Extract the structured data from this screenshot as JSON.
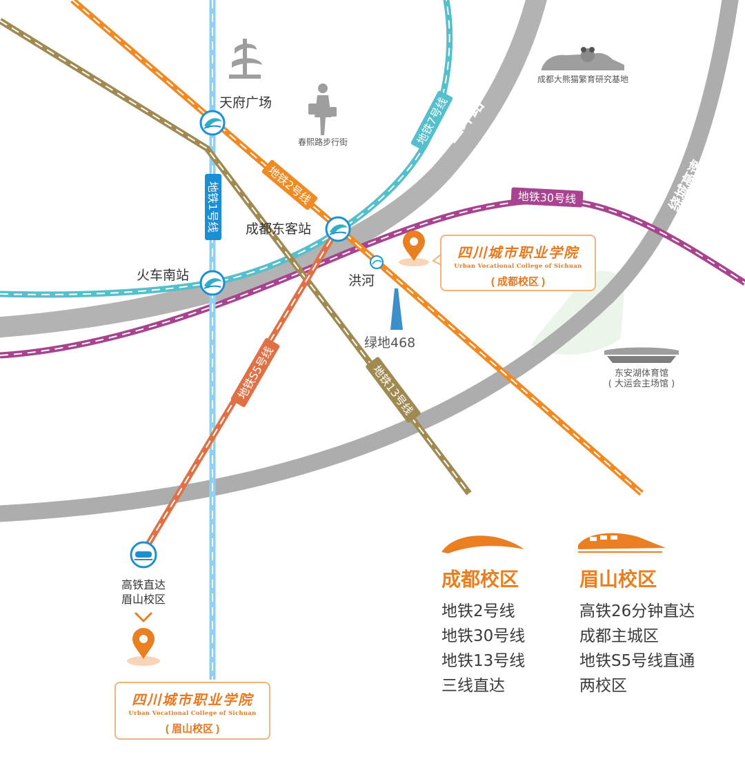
{
  "colors": {
    "line1": "#8fd0f0",
    "line1_badge": "#1b8fd3",
    "line2": "#f08a24",
    "line7": "#55bfcc",
    "line13": "#a08a52",
    "line30": "#a8438f",
    "lineS5": "#e07046",
    "ring": "#aaaaaa",
    "accent": "#e97f20"
  },
  "lines": {
    "line1": "地铁1号线",
    "line2": "地铁2号线",
    "line7": "地铁7号线",
    "line13": "地铁13号线",
    "line30": "地铁30号线",
    "lineS5": "地铁S5号线"
  },
  "roads": {
    "ring3": "三环路",
    "bypass": "绕城高速"
  },
  "stations": {
    "tianfu": "天府广场",
    "east": "成都东客站",
    "south": "火车南站",
    "honghe": "洪河",
    "hsr": "高铁直达",
    "hsr2": "眉山校区"
  },
  "landmarks": {
    "panda": "成都大熊猫繁育研究基地",
    "chunxi": "春熙路步行街",
    "greenland": "绿地468",
    "stadium": "东安湖体育馆",
    "stadium_sub": "( 大运会主场馆 )"
  },
  "college": {
    "name": "四川城市职业学院",
    "name_en": "Urban Vocational College of Sichuan",
    "campus_cd": "( 成都校区 )",
    "campus_ms": "( 眉山校区 )"
  },
  "legend": {
    "chengdu": {
      "title": "成都校区",
      "lines": [
        "地铁2号线",
        "地铁30号线",
        "地铁13号线",
        "三线直达"
      ]
    },
    "meishan": {
      "title": "眉山校区",
      "lines": [
        "高铁26分钟直达",
        "成都主城区",
        "地铁S5号线直通",
        "两校区"
      ]
    }
  }
}
